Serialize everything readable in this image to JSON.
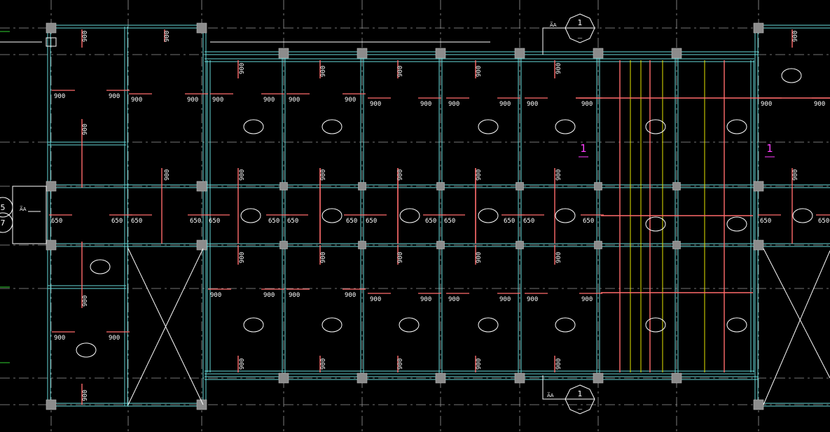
{
  "drawing": {
    "title": "",
    "colors": {
      "background": "#000000",
      "beam": "#66d9d9",
      "axis": "#9a9a9a",
      "rebar": "#ff6b6b",
      "column": "#8c8c8c",
      "yellow": "#e6e600",
      "magenta": "#ff40ff",
      "green_tick": "#2fd02f",
      "white": "#ffffff"
    }
  },
  "rebar_labels": {
    "width_900": "900",
    "width_650": "650"
  },
  "section_marks": {
    "top": {
      "number": "1",
      "sub": "—",
      "side_label": "A̅A"
    },
    "bottom": {
      "number": "1",
      "sub": "—",
      "side_label": "A̅A"
    }
  },
  "left_marker": {
    "top": "5",
    "bottom": "7",
    "label": "A̅A"
  },
  "magenta_marks": [
    "1",
    "1"
  ]
}
